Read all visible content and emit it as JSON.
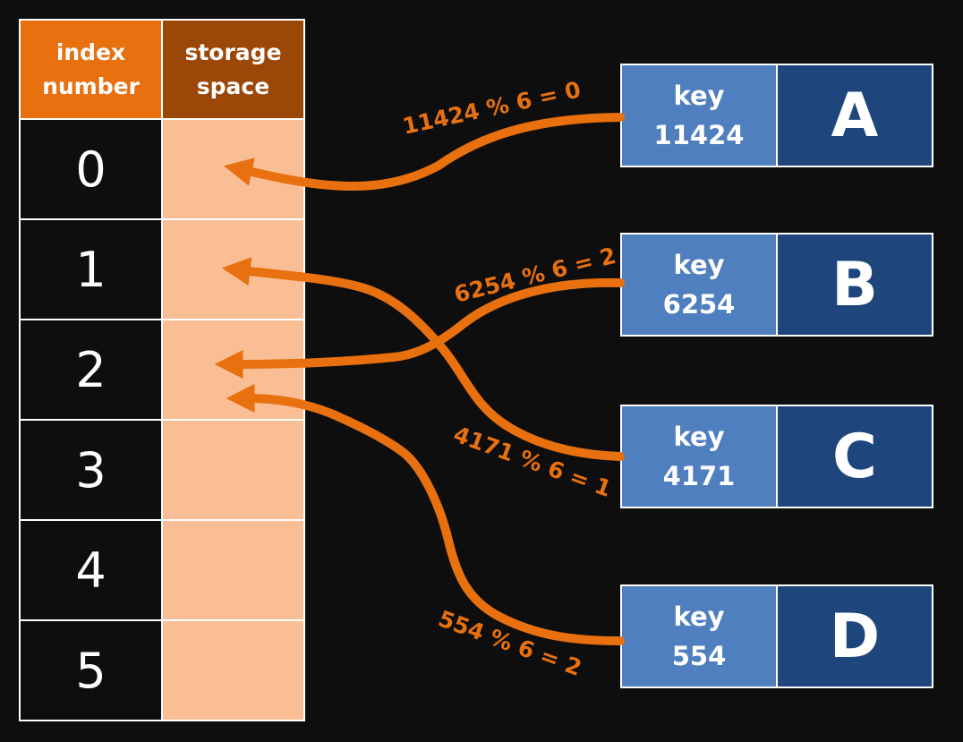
{
  "table": {
    "header_index": "index\nnumber",
    "header_storage": "storage\nspace",
    "indices": [
      "0",
      "1",
      "2",
      "3",
      "4",
      "5"
    ]
  },
  "entries": [
    {
      "key_label": "key",
      "key_value": "11424",
      "value": "A"
    },
    {
      "key_label": "key",
      "key_value": "6254",
      "value": "B"
    },
    {
      "key_label": "key",
      "key_value": "4171",
      "value": "C"
    },
    {
      "key_label": "key",
      "key_value": "554",
      "value": "D"
    }
  ],
  "hash_labels": [
    "11424 % 6 = 0",
    "6254 % 6 = 2",
    "4171 % 6 = 1",
    "554 % 6 = 2"
  ],
  "colors": {
    "background": "#0e0e0e",
    "arrow": "#e8700f",
    "header_index": "#e8700f",
    "header_storage": "#9a4708",
    "storage_slot": "#f9be94",
    "key_box": "#4f7fbe",
    "value_box": "#1f467c"
  }
}
